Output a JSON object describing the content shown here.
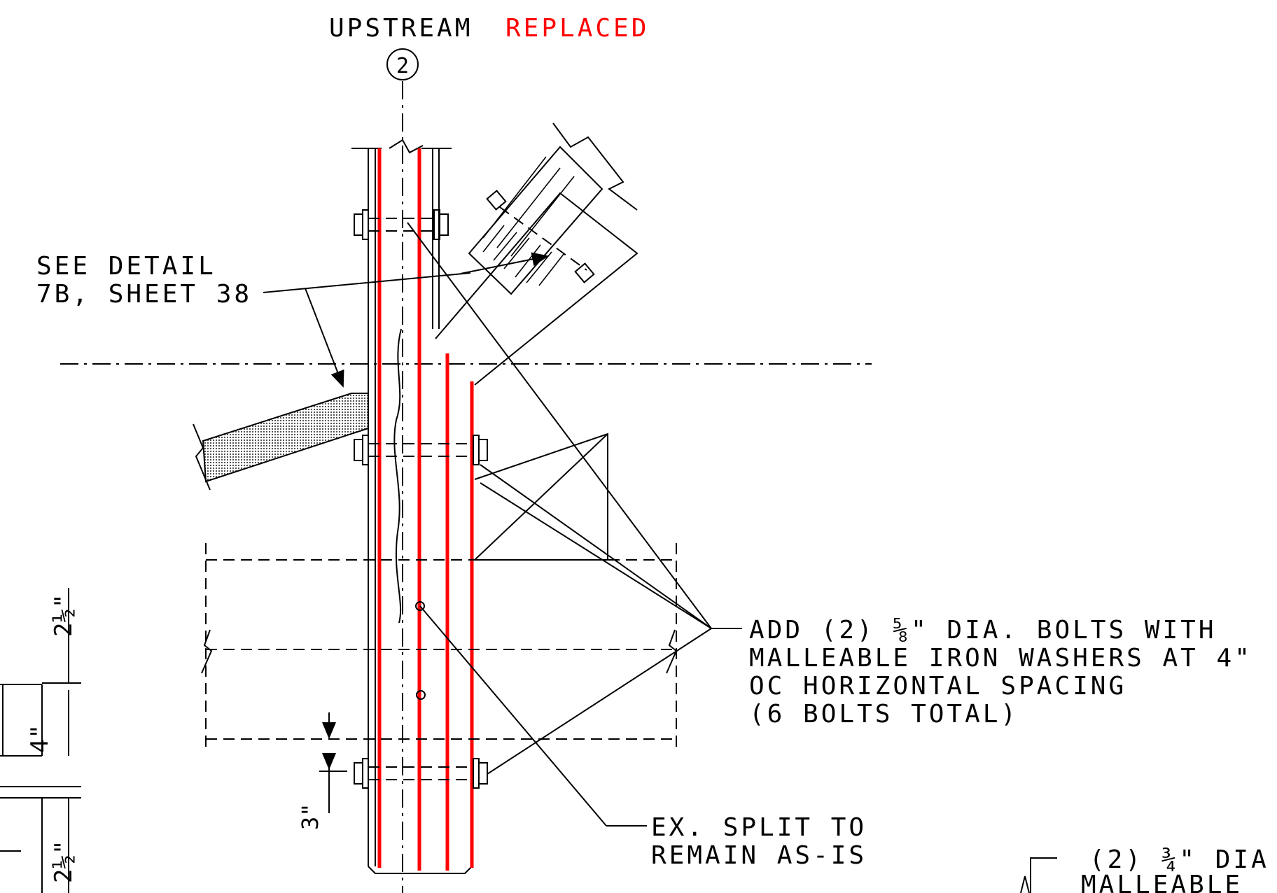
{
  "header": {
    "title": "UPSTREAM",
    "status": "REPLACED",
    "callout_number": "2"
  },
  "notes": {
    "see_detail_line1": "SEE DETAIL",
    "see_detail_line2": "7B, SHEET 38",
    "bolts_line1": "ADD (2) ⅝\" DIA. BOLTS WITH",
    "bolts_line2": "MALLEABLE IRON WASHERS AT 4\"",
    "bolts_line3": "OC HORIZONTAL SPACING",
    "bolts_line4": "(6 BOLTS TOTAL)",
    "split_line1": "EX. SPLIT TO",
    "split_line2": "REMAIN AS-IS",
    "partial_line1": "(2) ¾\" DIA",
    "partial_line2": "MALLEABLE"
  },
  "dimensions": {
    "top": "2½\"",
    "middle": "4\"",
    "bottom": "2½\"",
    "offset": "3\""
  },
  "colors": {
    "linework": "#000000",
    "replaced": "#ff0000"
  }
}
